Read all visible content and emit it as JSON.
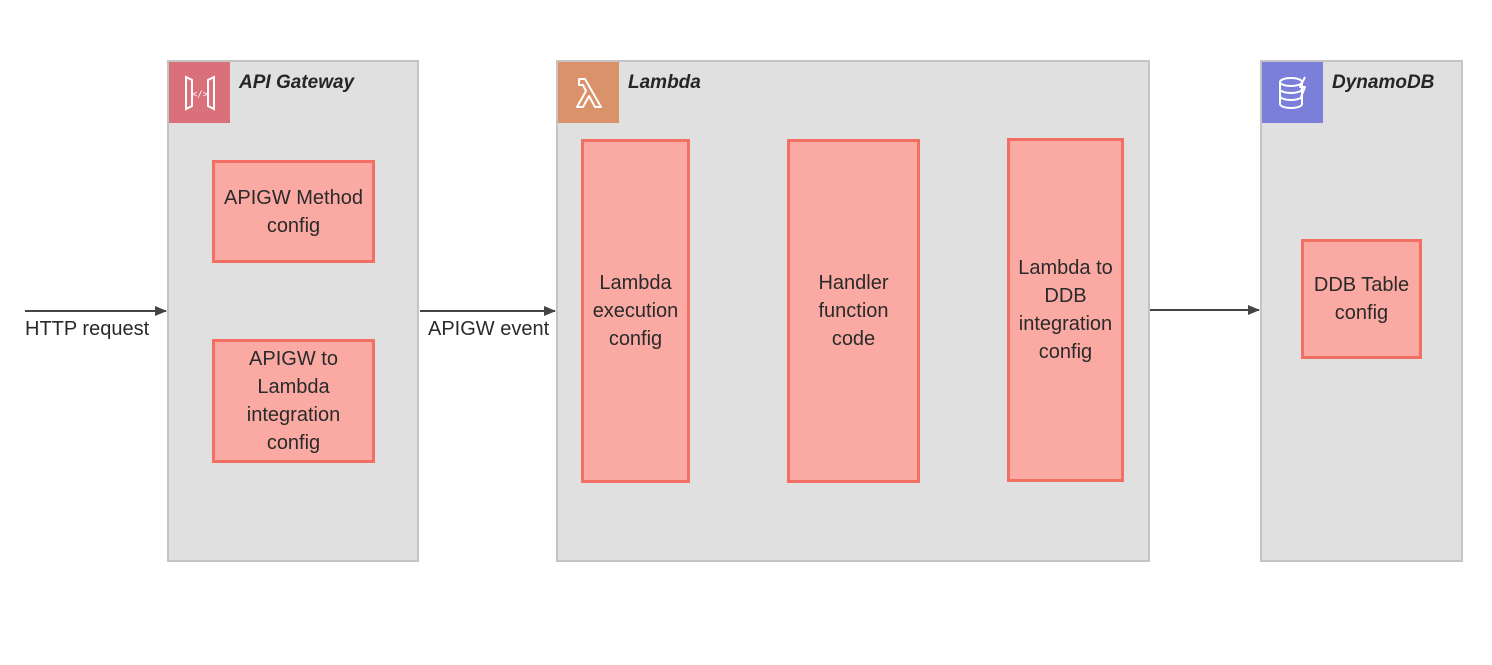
{
  "colors": {
    "api_gateway_accent": "#d9707a",
    "lambda_accent": "#d9926a",
    "dynamodb_accent": "#7b7fd9",
    "group_fill": "#e0e0e0",
    "group_border": "#c4c4c4",
    "box_fill": "#faaaa3",
    "box_border": "#f26f63",
    "edge": "#444444"
  },
  "groups": [
    {
      "id": "api-gateway",
      "title": "API Gateway",
      "icon": "api-gateway-icon",
      "boxes": [
        {
          "id": "apigw-method",
          "label": "APIGW Method\nconfig"
        },
        {
          "id": "apigw-lambda-integration",
          "label": "APIGW to\nLambda\nintegration\nconfig"
        }
      ]
    },
    {
      "id": "lambda",
      "title": "Lambda",
      "icon": "lambda-icon",
      "boxes": [
        {
          "id": "lambda-execution",
          "label": "Lambda\nexecution\nconfig"
        },
        {
          "id": "handler-code",
          "label": "Handler\nfunction\ncode"
        },
        {
          "id": "lambda-ddb-integration",
          "label": "Lambda to\nDDB\nintegration\nconfig"
        }
      ]
    },
    {
      "id": "dynamodb",
      "title": "DynamoDB",
      "icon": "dynamodb-icon",
      "boxes": [
        {
          "id": "ddb-table",
          "label": "DDB Table\nconfig"
        }
      ]
    }
  ],
  "edges": [
    {
      "from": "external",
      "to": "api-gateway",
      "label": "HTTP request"
    },
    {
      "from": "api-gateway",
      "to": "lambda",
      "label": "APIGW event"
    },
    {
      "from": "lambda",
      "to": "dynamodb",
      "label": ""
    }
  ]
}
